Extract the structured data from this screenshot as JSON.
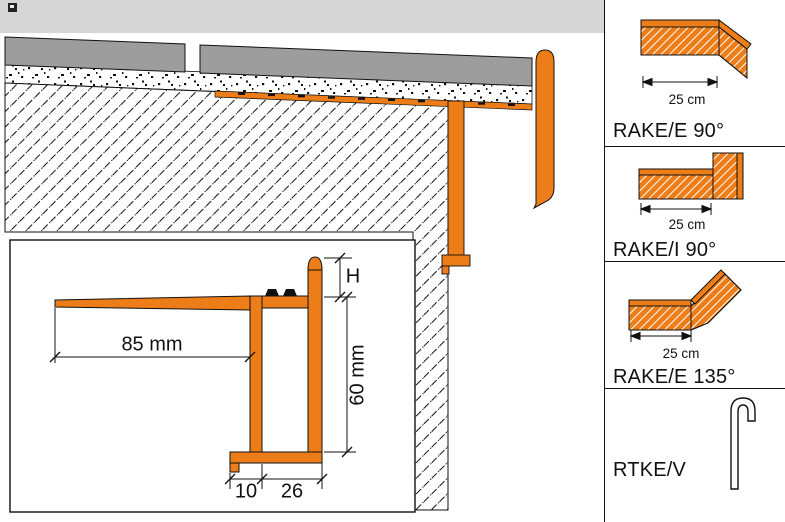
{
  "colors": {
    "profile_orange": "#ed7d18",
    "tile_gray": "#9d9d9d",
    "background_gray": "#d6d6d6",
    "line_black": "#111111"
  },
  "detail_view": {
    "dim_leg_length": "85 mm",
    "dim_trim_height": "H",
    "dim_face_height": "60 mm",
    "dim_drip_width": "10",
    "dim_face_depth": "26"
  },
  "sidebar": {
    "panels": [
      {
        "label": "RAKE/E 90°",
        "dimension": "25 cm",
        "icon": "outside-corner-90-icon"
      },
      {
        "label": "RAKE/I 90°",
        "dimension": "25 cm",
        "icon": "inside-corner-90-icon"
      },
      {
        "label": "RAKE/E 135°",
        "dimension": "25 cm",
        "icon": "outside-corner-135-icon"
      },
      {
        "label": "RTKE/V",
        "dimension": "",
        "icon": "connector-clip-icon"
      }
    ]
  }
}
